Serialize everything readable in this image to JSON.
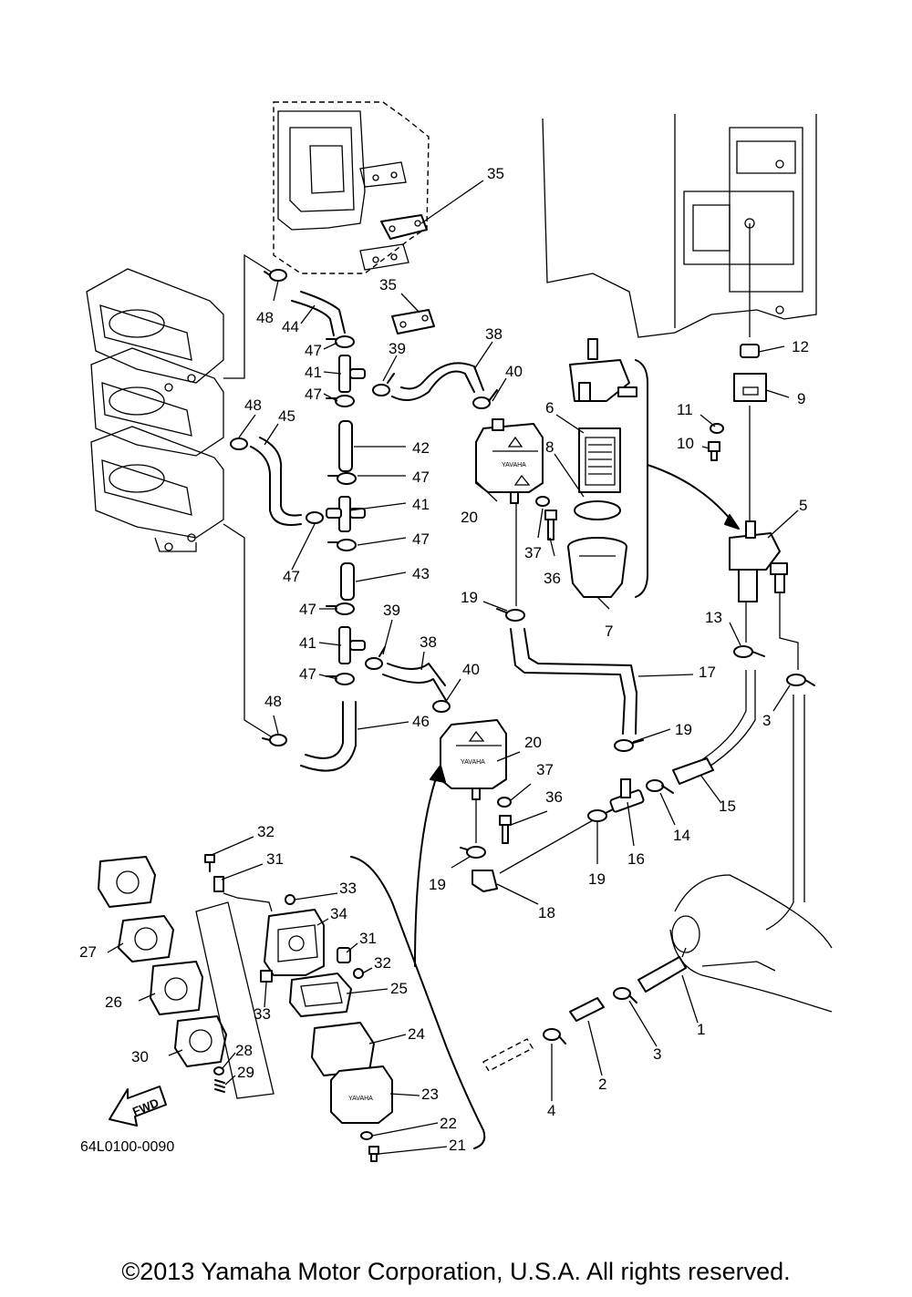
{
  "diagram": {
    "reference_code": "64L0100-0090",
    "copyright": "©2013 Yamaha Motor Corporation, U.S.A. All rights reserved.",
    "fwd_label": "FWD",
    "brand_mark": "YAVAHA",
    "callouts": [
      "35",
      "35",
      "38",
      "40",
      "39",
      "48",
      "44",
      "47",
      "41",
      "47",
      "48",
      "45",
      "42",
      "47",
      "41",
      "47",
      "47",
      "43",
      "47",
      "41",
      "47",
      "48",
      "39",
      "38",
      "40",
      "46",
      "6",
      "8",
      "12",
      "9",
      "11",
      "10",
      "5",
      "20",
      "37",
      "36",
      "19",
      "7",
      "13",
      "17",
      "3",
      "19",
      "20",
      "37",
      "36",
      "15",
      "14",
      "16",
      "19",
      "19",
      "18",
      "32",
      "31",
      "33",
      "34",
      "31",
      "27",
      "32",
      "25",
      "26",
      "33",
      "24",
      "28",
      "30",
      "29",
      "23",
      "22",
      "21",
      "1",
      "3",
      "2",
      "4"
    ]
  }
}
